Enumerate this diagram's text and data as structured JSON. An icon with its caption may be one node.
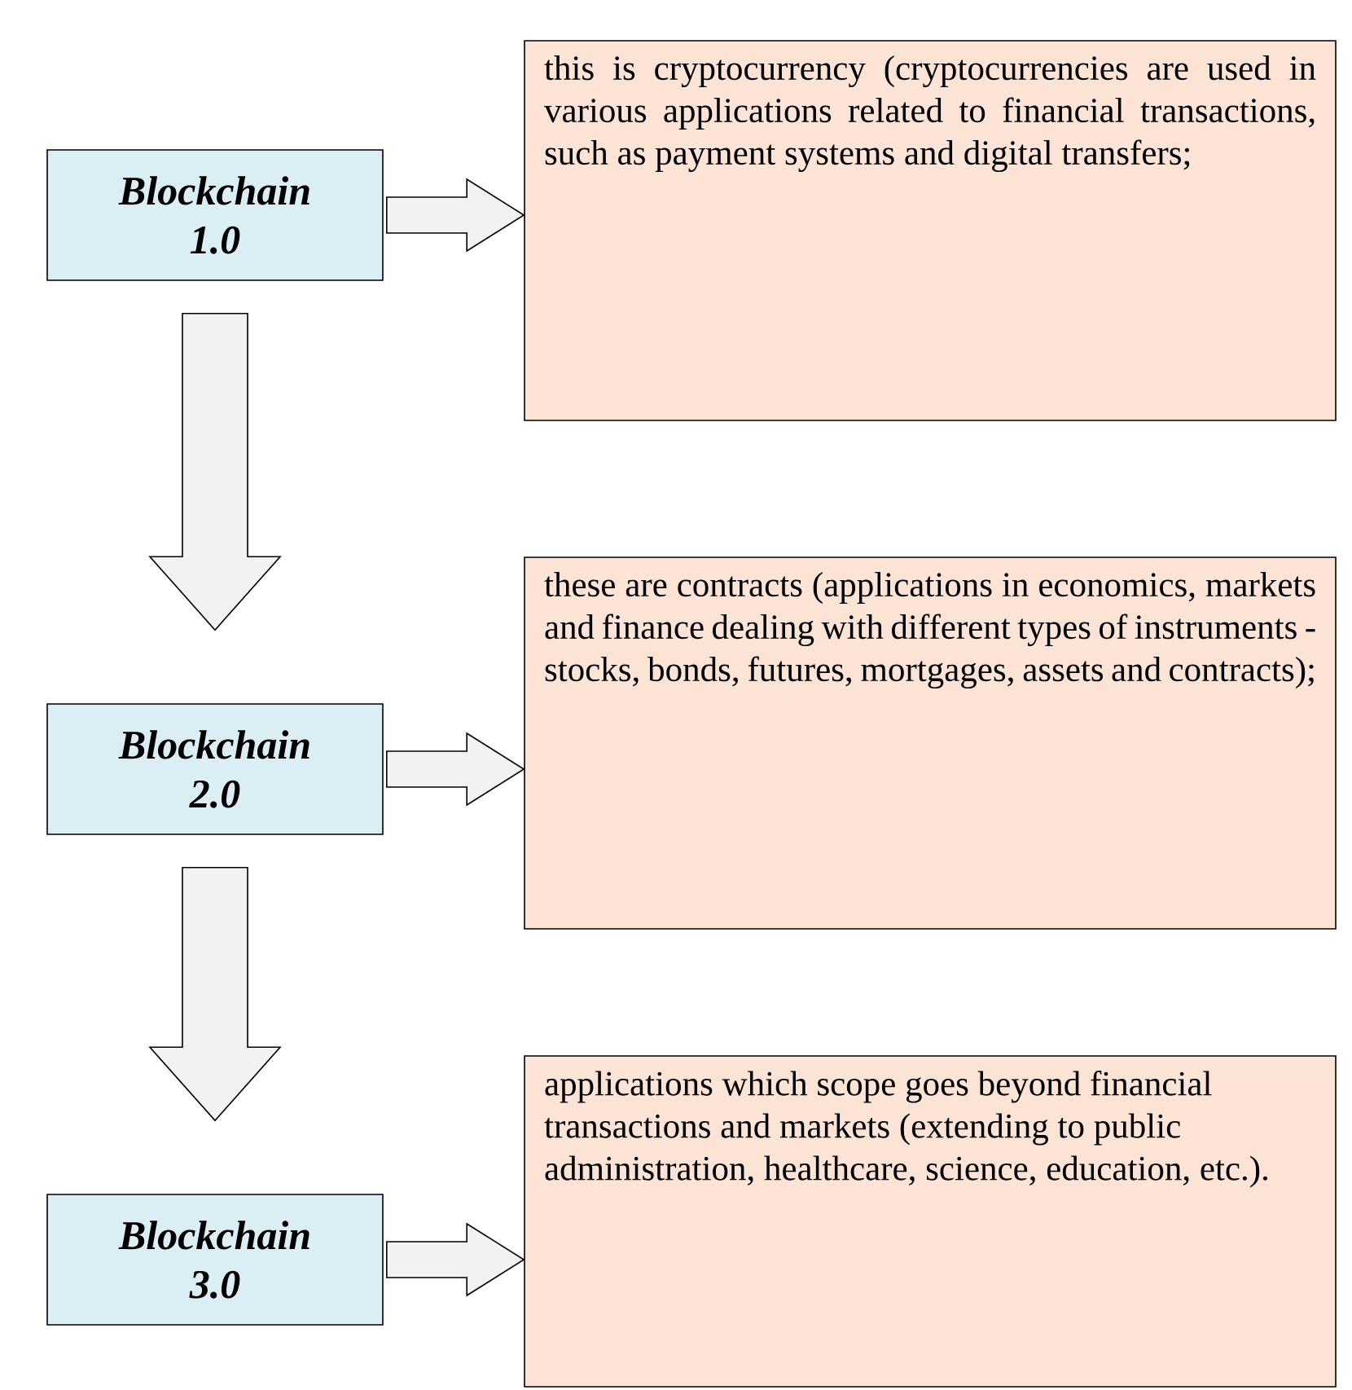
{
  "diagram": {
    "nodes": [
      {
        "text": [
          "Blockchain 1.0"
        ]
      },
      {
        "text": [
          "this is cryptocurrency (cryptocurrencies are used in various applications related to financial transactions, such as payment systems and digital transfers;"
        ]
      },
      {
        "text": [
          "Blockchain 2.0"
        ]
      },
      {
        "text": [
          "these are contracts (applications in economics, markets and finance dealing with different types of instruments - stocks, bonds, futures, mortgages, assets and contracts);"
        ]
      },
      {
        "text": [
          "Blockchain 3.0"
        ]
      },
      {
        "text": [
          "applications which scope goes beyond financial transactions and markets (extending to public administration, healthcare, science, education, etc.)."
        ]
      }
    ],
    "edges": [
      {
        "from": 0,
        "to": 1,
        "arrow": "to"
      },
      {
        "from": 0,
        "to": 2,
        "arrow": "to"
      },
      {
        "from": 2,
        "to": 3,
        "arrow": "to"
      },
      {
        "from": 2,
        "to": 4,
        "arrow": "to"
      },
      {
        "from": 4,
        "to": 5,
        "arrow": "to"
      }
    ]
  }
}
